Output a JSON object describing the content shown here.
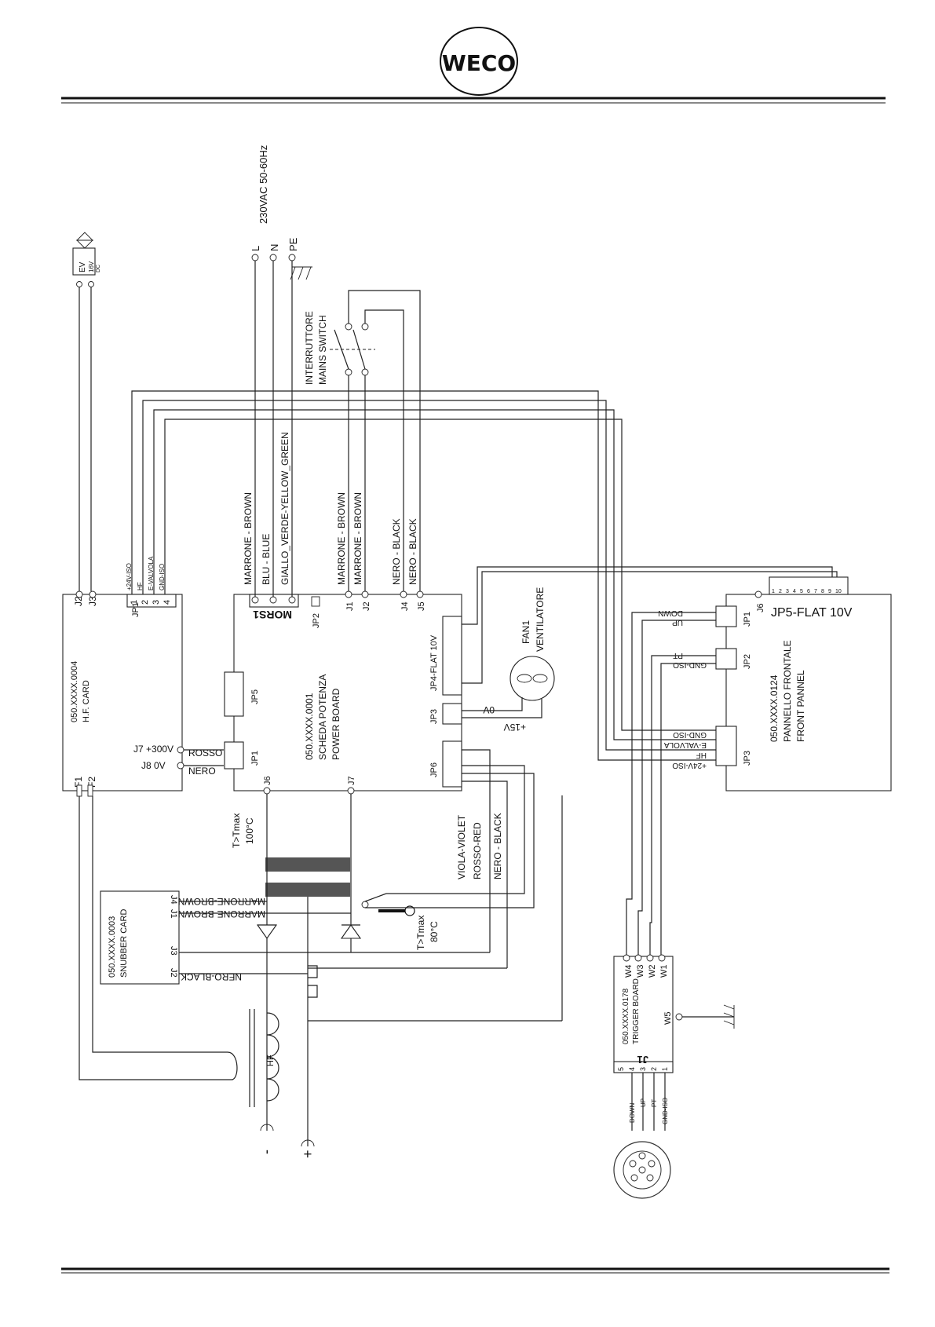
{
  "brand": {
    "logo_text": "WECO"
  },
  "labels": {
    "mains_voltage": "230VAC 50-60Hz",
    "mains_L": "L",
    "mains_N": "N",
    "mains_PE": "PE",
    "ev_label": "EV",
    "ev_val1": "16V",
    "ev_val2": "DC",
    "switch_it": "INTERRUTTORE",
    "switch_en": "MAINS SWITCH",
    "w_brown1": "MARRONE - BROWN",
    "w_blue": "BLU - BLUE",
    "w_green": "GIALLO_VERDE-YELLOW_GREEN",
    "w_brown2": "MARRONE - BROWN",
    "w_brown3": "MARRONE - BROWN",
    "w_black1": "NERO - BLACK",
    "w_black2": "NERO - BLACK",
    "hf_pins": [
      "+24V-ISO",
      "HF",
      "E-VALVOLA",
      "GND-ISO"
    ],
    "hf_nums": [
      "1",
      "2",
      "3",
      "4"
    ],
    "hf_jp1": "JP1",
    "hf_j2": "J2",
    "hf_j3": "J3",
    "hf_code": "050.XXXX.0004",
    "hf_name": "H.F. CARD",
    "hf_j7": "J7 +300V",
    "hf_j8": "J8  0V",
    "hf_f1": "F1",
    "hf_f2": "F2",
    "rosso": "ROSSO",
    "nero": "NERO",
    "pb_mors": "MORS1",
    "pb_jp2": "JP2",
    "pb_j1": "J1",
    "pb_j2": "J2",
    "pb_j4": "J4",
    "pb_j5": "J5",
    "pb_jp4": "JP4-FLAT 10V",
    "pb_jp3": "JP3",
    "pb_jp6": "JP6",
    "pb_jp5": "JP5",
    "pb_jp1": "JP1",
    "pb_j6": "J6",
    "pb_j7": "J7",
    "pb_code": "050.XXXX.0001",
    "pb_it": "SCHEDA POTENZA",
    "pb_en": "POWER BOARD",
    "fan_name": "FAN1",
    "fan_it": "VENTILATORE",
    "fan_0v": "0V",
    "fan_15v": "+15V",
    "fp_jp5": "JP5-FLAT 10V",
    "fp_j6": "J6",
    "fp_jp1": "JP1",
    "fp_jp2": "JP2",
    "fp_jp3": "JP3",
    "fp_down": "DOWN",
    "fp_up": "UP",
    "fp_pt": "PT",
    "fp_gnd": "GND-ISO",
    "fp_jp3_pins": [
      "GND-ISO",
      "E-VALVOLA",
      "HF",
      "+24V-ISO"
    ],
    "fp_code": "050.XXXX.0124",
    "fp_it": "PANNELLO FRONTALE",
    "fp_en": "FRONT PANNEL",
    "flat_nums": [
      "1",
      "2",
      "3",
      "4",
      "5",
      "6",
      "7",
      "8",
      "9",
      "10"
    ],
    "t_max1a": "T>Tmax",
    "t_max1b": "100°C",
    "t_max2a": "T>Tmax",
    "t_max2b": "80°C",
    "w_violet": "VIOLA-VIOLET",
    "w_red": "ROSSO-RED",
    "w_black3": "NERO - BLACK",
    "sn_code": "050.XXXX.0003",
    "sn_name": "SNUBBER CARD",
    "sn_j4": "J4",
    "sn_j1": "J1",
    "sn_j3": "J3",
    "sn_j2": "J2",
    "sn_brown_a": "MARRONE-BROWN",
    "sn_brown_b": "MARRONE-BROWN",
    "sn_black": "NERO-BLACK",
    "hf_coil": "HF",
    "minus": "-",
    "plus": "+",
    "tb_code": "050.XXXX.0178",
    "tb_name": "TRIGGER BOARD",
    "tb_w": [
      "W4",
      "W3",
      "W2",
      "W1"
    ],
    "tb_w5": "W5",
    "tb_j1": "J1",
    "tb_nums": [
      "5",
      "4",
      "3",
      "2",
      "1"
    ],
    "conn_pins": [
      "DOWN",
      "UP",
      "PT",
      "GND-ISO"
    ]
  }
}
